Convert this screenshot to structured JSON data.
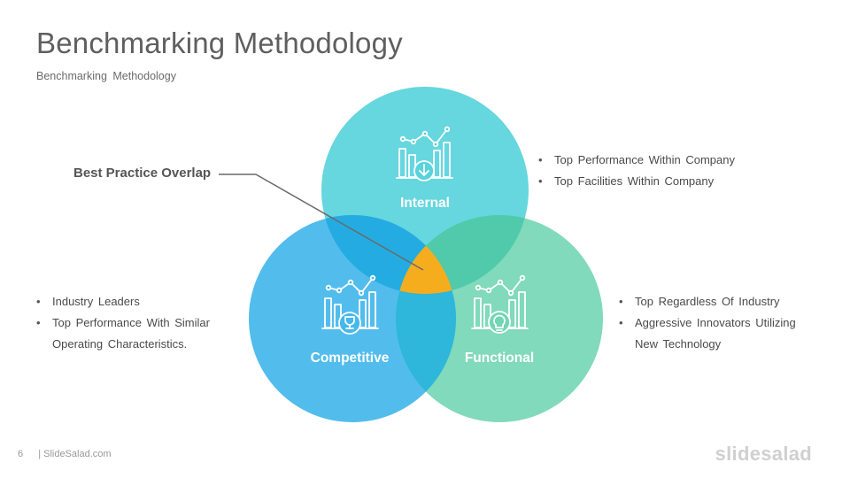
{
  "slide": {
    "title": "Benchmarking Methodology",
    "subtitle": "Benchmarking  Methodology",
    "page_number": "6",
    "footer_site": "| SlideSalad.com",
    "brand": "slidesalad"
  },
  "venn": {
    "callout": "Best Practice Overlap",
    "circles": [
      {
        "label": "Internal",
        "color": "#5ad3dd",
        "icon": "chart-download-icon",
        "bullets": [
          "Top Performance  Within Company",
          "Top Facilities Within Company"
        ]
      },
      {
        "label": "Competitive",
        "color": "#45b8ec",
        "icon": "chart-trophy-icon",
        "bullets": [
          "Industry Leaders",
          "Top Performance  With Similar Operating  Characteristics."
        ]
      },
      {
        "label": "Functional",
        "color": "#72d6b4",
        "icon": "chart-lightbulb-icon",
        "bullets": [
          "Top Regardless  Of Industry",
          "Aggressive  Innovators  Utilizing New Technology"
        ]
      }
    ],
    "overlap_color": "#f5ad1e"
  }
}
